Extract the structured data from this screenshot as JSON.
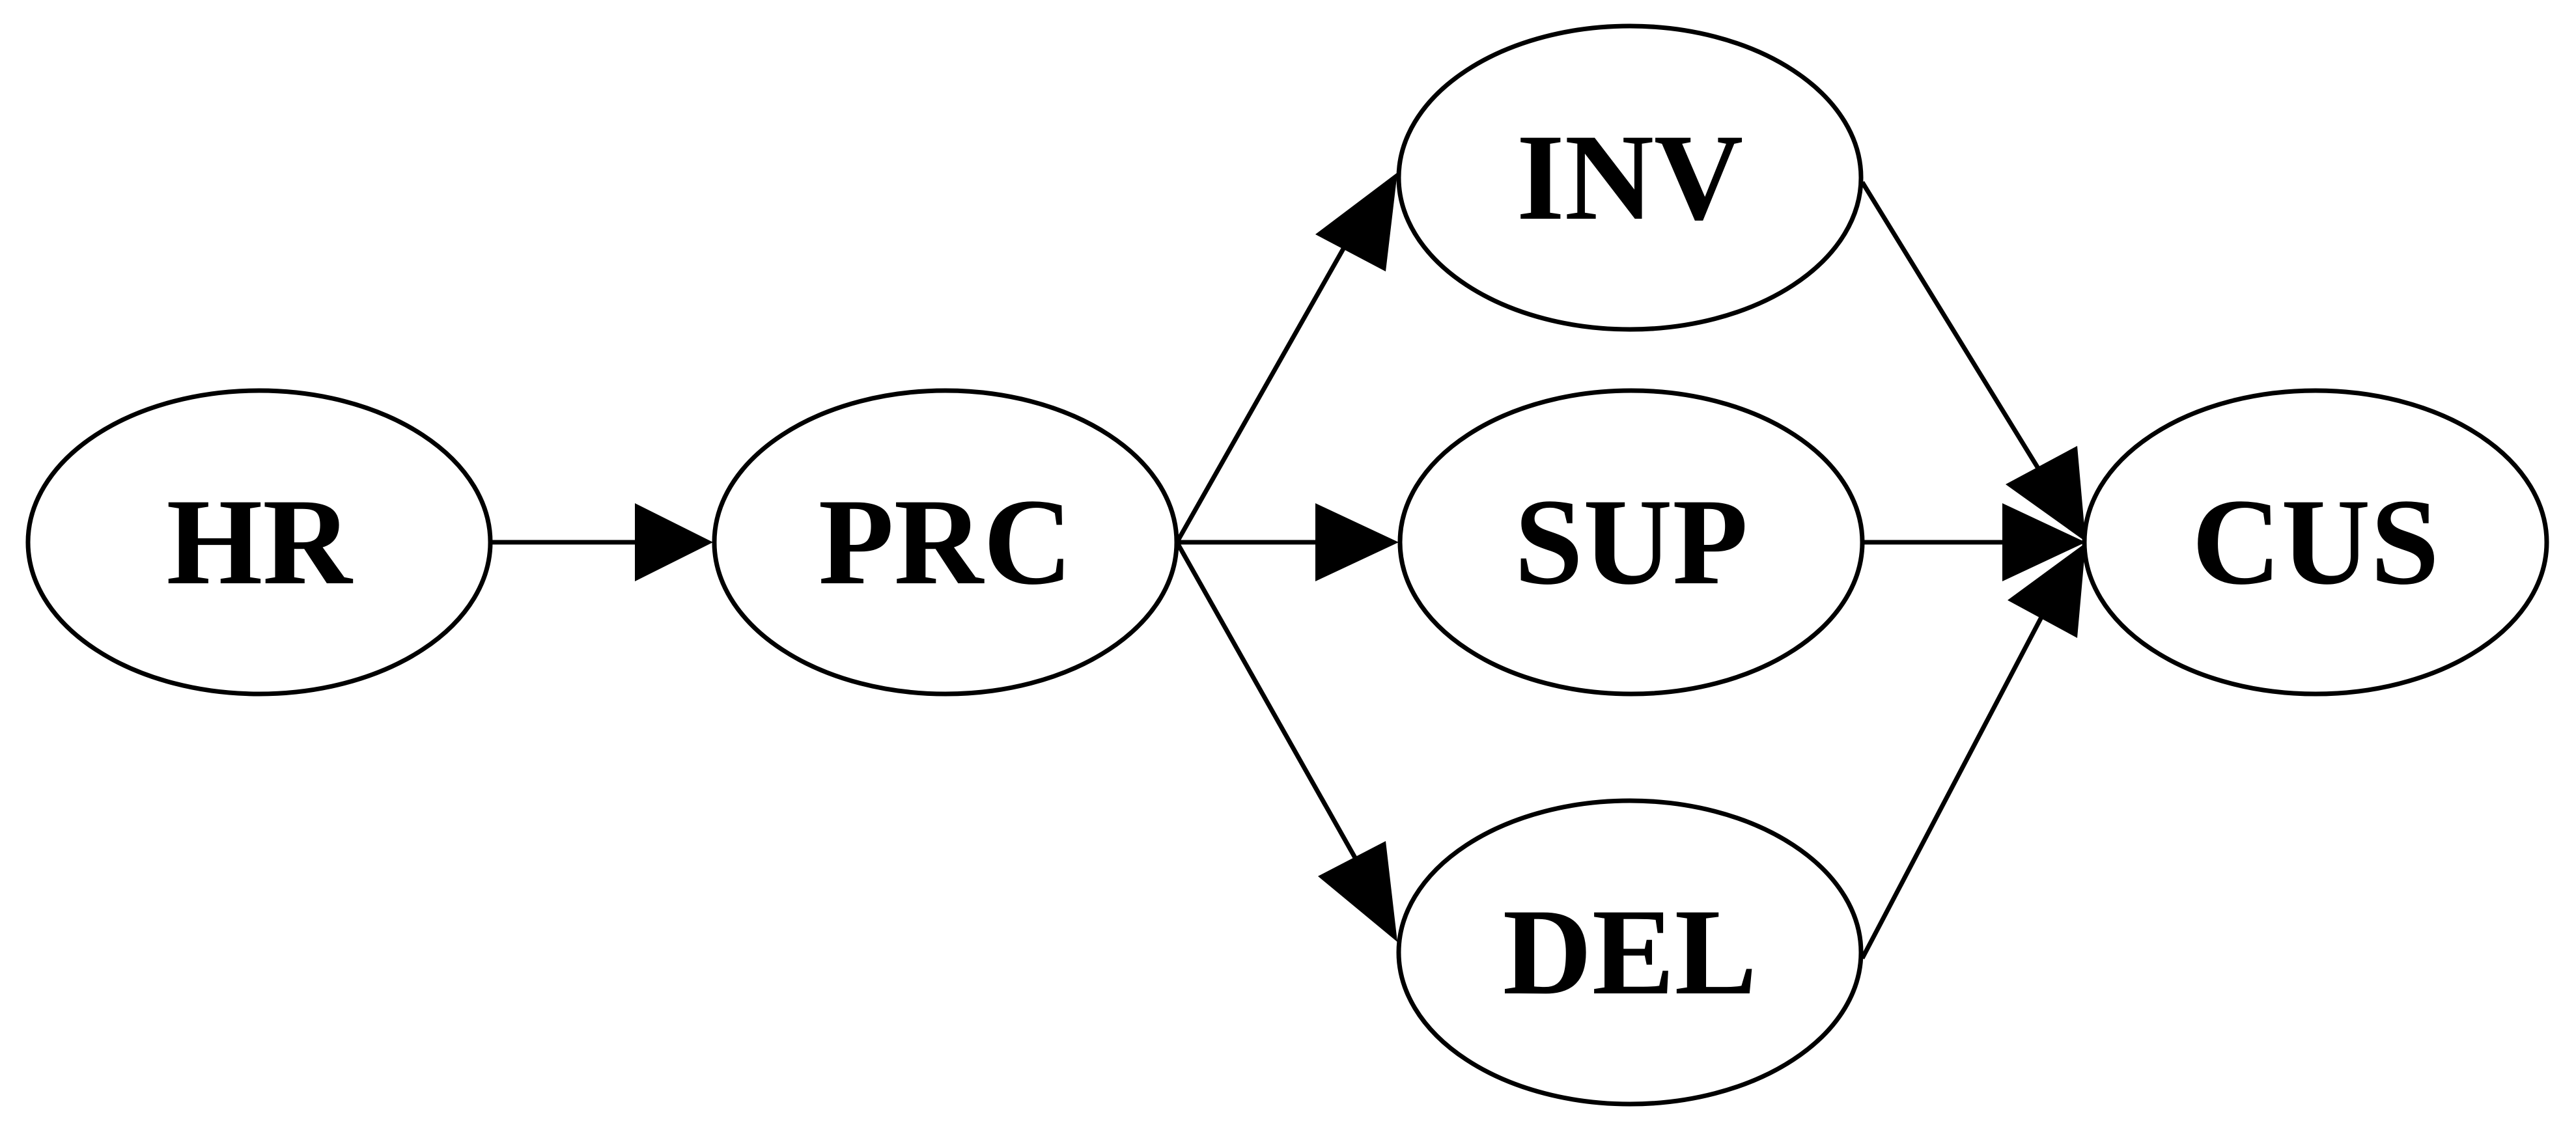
{
  "diagram": {
    "type": "directed-graph",
    "colors": {
      "stroke": "#000000",
      "fill": "#ffffff",
      "text": "#000000"
    },
    "nodes": [
      {
        "id": "HR",
        "label": "HR"
      },
      {
        "id": "PRC",
        "label": "PRC"
      },
      {
        "id": "INV",
        "label": "INV"
      },
      {
        "id": "SUP",
        "label": "SUP"
      },
      {
        "id": "DEL",
        "label": "DEL"
      },
      {
        "id": "CUS",
        "label": "CUS"
      }
    ],
    "edges": [
      {
        "from": "HR",
        "to": "PRC"
      },
      {
        "from": "PRC",
        "to": "INV"
      },
      {
        "from": "PRC",
        "to": "SUP"
      },
      {
        "from": "PRC",
        "to": "DEL"
      },
      {
        "from": "INV",
        "to": "CUS"
      },
      {
        "from": "SUP",
        "to": "CUS"
      },
      {
        "from": "DEL",
        "to": "CUS"
      }
    ]
  }
}
